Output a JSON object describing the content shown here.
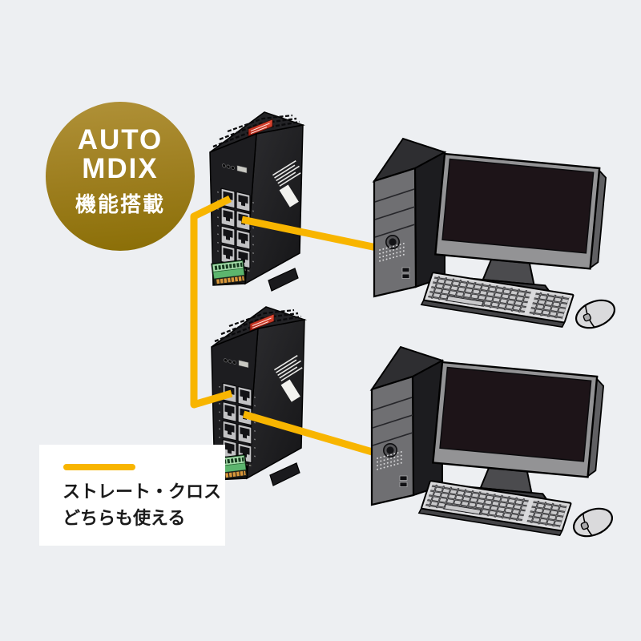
{
  "page": {
    "background_color": "#edeff2"
  },
  "badge": {
    "line1": "AUTO",
    "line2": "MDIX",
    "line3": "機能搭載",
    "text_color": "#ffffff",
    "gradient_top": "#b09138",
    "gradient_bottom": "#8a6e06"
  },
  "legend": {
    "swatch_color": "#f8b500",
    "line1": "ストレート・クロス",
    "line2": "どちらも使える",
    "background": "#ffffff",
    "text_color": "#1a1a1a"
  },
  "cables": {
    "color": "#f8b500",
    "connections": [
      {
        "from": "switch-1",
        "to": "switch-2"
      },
      {
        "from": "switch-1",
        "to": "desktop-pc-1"
      },
      {
        "from": "switch-2",
        "to": "desktop-pc-2"
      }
    ]
  },
  "illustrations": {
    "switches": [
      {
        "name": "industrial-switch-1",
        "visible_ports": 8
      },
      {
        "name": "industrial-switch-2",
        "visible_ports": 8
      }
    ],
    "computers": [
      {
        "name": "desktop-pc-1",
        "parts": [
          "tower",
          "monitor",
          "keyboard",
          "mouse"
        ]
      },
      {
        "name": "desktop-pc-2",
        "parts": [
          "tower",
          "monitor",
          "keyboard",
          "mouse"
        ]
      }
    ]
  }
}
